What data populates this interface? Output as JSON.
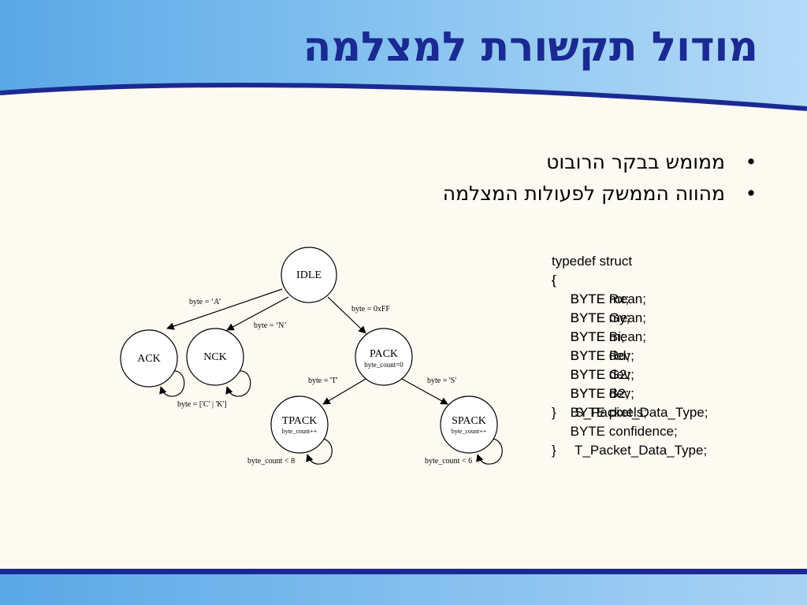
{
  "slide": {
    "title": "מודול תקשורת למצלמה",
    "bullets": [
      "ממומש בבקר הרובוט",
      "מהווה הממשק לפעולות המצלמה"
    ]
  },
  "diagram": {
    "states": [
      {
        "id": "idle",
        "label": "IDLE",
        "sub": ""
      },
      {
        "id": "ack",
        "label": "ACK",
        "sub": ""
      },
      {
        "id": "nck",
        "label": "NCK",
        "sub": ""
      },
      {
        "id": "pack",
        "label": "PACK",
        "sub": "byte_count=0"
      },
      {
        "id": "tpack",
        "label": "TPACK",
        "sub": "byte_count++"
      },
      {
        "id": "spack",
        "label": "SPACK",
        "sub": "byte_count++"
      }
    ],
    "transitions": [
      {
        "from": "idle",
        "to": "ack",
        "label": "byte = ‘A’"
      },
      {
        "from": "idle",
        "to": "nck",
        "label": "byte = ‘N’"
      },
      {
        "from": "idle",
        "to": "pack",
        "label": "byte = 0xFF"
      },
      {
        "from": "pack",
        "to": "tpack",
        "label": "byte = 'T'"
      },
      {
        "from": "pack",
        "to": "spack",
        "label": "byte = 'S'"
      },
      {
        "from": "ack",
        "to": "ack",
        "label": "byte = ['C' | 'K']"
      },
      {
        "from": "tpack",
        "to": "tpack",
        "label": "byte_count < 8"
      },
      {
        "from": "spack",
        "to": "spack",
        "label": "byte_count < 6"
      }
    ]
  },
  "code_back": [
    "typedef struct",
    "{",
    "     BYTE Rx;",
    "     BYTE Gy;",
    "     BYTE Bi;",
    "     BYTE Rd;",
    "     BYTE G2;",
    "     BYTE B2;",
    "}     S_Packet_Data_Type;"
  ],
  "code_front": [
    "{",
    "     BYTE mean;",
    "     BYTE mean;",
    "     BYTE mean;",
    "     BYTE dev;",
    "     BYTE dev;",
    "     BYTE dev;",
    "     BYTE pixels;",
    "     BYTE confidence;",
    "}     T_Packet_Data_Type;"
  ]
}
